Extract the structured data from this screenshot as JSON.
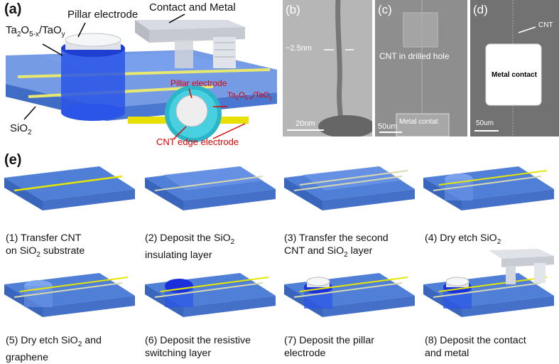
{
  "panel_a": {
    "label": "(a)",
    "pillar_electrode": "Pillar electrode",
    "contact_metal": "Contact and Metal",
    "ta_main": "Ta",
    "ta_sub1": "2",
    "ta_mid": "O",
    "ta_sub2": "5-x",
    "ta_rest": "/TaO",
    "ta_sub3": "y",
    "sio2_main": "SiO",
    "sio2_sub": "2",
    "inset_pillar": "Pillar electrode",
    "inset_ta_main": "Ta",
    "inset_ta_sub1": "2",
    "inset_ta_mid": "O",
    "inset_ta_sub2": "5-x",
    "inset_ta_rest": "/TaO",
    "inset_ta_sub3": "y",
    "inset_cnt_edge": "CNT edge electrode"
  },
  "panel_b": {
    "label": "(b)",
    "width_text": "~2.5nm",
    "scale": "20nm"
  },
  "panel_c": {
    "label": "(c)",
    "hole_text": "CNT in drilled hole",
    "metal_text": "Metal contat",
    "scale": "50um"
  },
  "panel_d": {
    "label": "(d)",
    "cnt_text": "CNT",
    "metal_text": "Metal contact",
    "scale": "50um"
  },
  "panel_e": {
    "label": "(e)",
    "steps": [
      {
        "line1": "(1) Transfer CNT",
        "line2a": "on SiO",
        "line2sub": "2",
        "line2b": " substrate"
      },
      {
        "line1a": "(2) Deposit the SiO",
        "line1sub": "2",
        "line2": "insulating layer"
      },
      {
        "line1": "(3) Transfer the second",
        "line2a": "CNT and SiO",
        "line2sub": "2",
        "line2b": " layer"
      },
      {
        "line1a": "(4) Dry etch SiO",
        "line1sub": "2"
      },
      {
        "line1a": "(5) Dry etch SiO",
        "line1sub": "2",
        "line1b": " and",
        "line2": "graphene"
      },
      {
        "line1": "(6) Deposit the resistive",
        "line2": "switching layer"
      },
      {
        "line1": "(7) Deposit the pillar",
        "line2": "electrode"
      },
      {
        "line1": "(8) Deposit the contact",
        "line2": "and metal"
      }
    ]
  },
  "colors": {
    "substrate": "#4f7fd6",
    "cnt": "#e6e600",
    "pillar": "#1e3fd0",
    "metal": "#dcdcdc",
    "red": "#e00000"
  }
}
